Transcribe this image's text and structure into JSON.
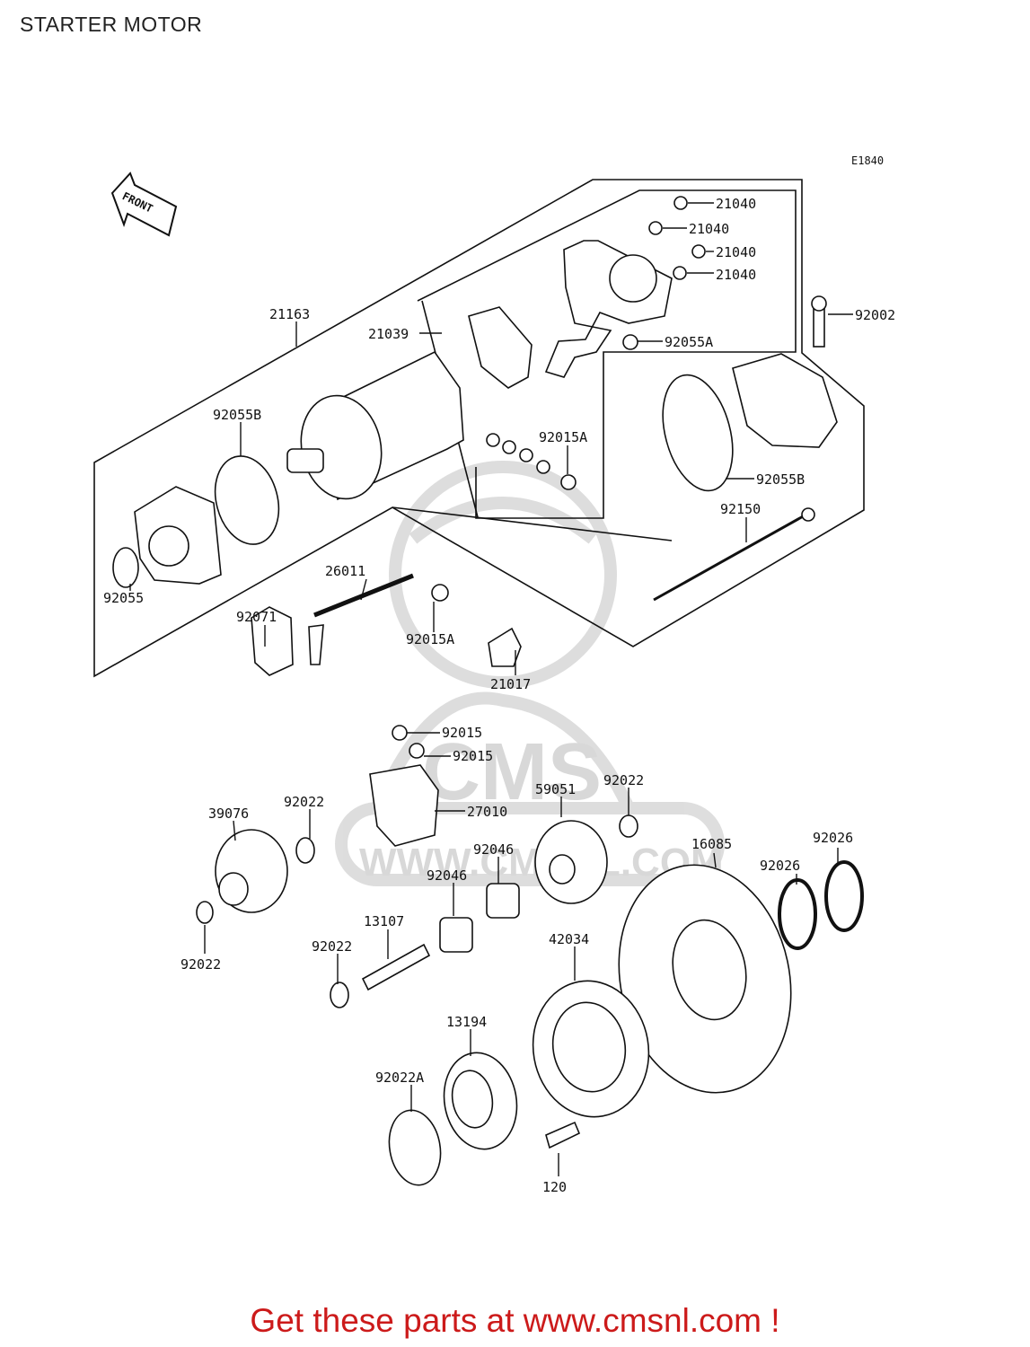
{
  "title": "STARTER MOTOR",
  "diagram_code": "E1840",
  "front_marker": "FRONT",
  "parts": [
    {
      "id": "p21040a",
      "number": "21040"
    },
    {
      "id": "p21040b",
      "number": "21040"
    },
    {
      "id": "p21040c",
      "number": "21040"
    },
    {
      "id": "p21040d",
      "number": "21040"
    },
    {
      "id": "p92002",
      "number": "92002"
    },
    {
      "id": "p21163",
      "number": "21163"
    },
    {
      "id": "p21039",
      "number": "21039"
    },
    {
      "id": "p92055A",
      "number": "92055A"
    },
    {
      "id": "p92055B_left",
      "number": "92055B"
    },
    {
      "id": "p92015A_top",
      "number": "92015A"
    },
    {
      "id": "p92055B_right",
      "number": "92055B"
    },
    {
      "id": "p92150",
      "number": "92150"
    },
    {
      "id": "p26011",
      "number": "26011"
    },
    {
      "id": "p92071",
      "number": "92071"
    },
    {
      "id": "p92055",
      "number": "92055"
    },
    {
      "id": "p92015A_mid",
      "number": "92015A"
    },
    {
      "id": "p21017",
      "number": "21017"
    },
    {
      "id": "p92015a",
      "number": "92015"
    },
    {
      "id": "p92015b",
      "number": "92015"
    },
    {
      "id": "p27010",
      "number": "27010"
    },
    {
      "id": "p59051",
      "number": "59051"
    },
    {
      "id": "p92022_right",
      "number": "92022"
    },
    {
      "id": "p92022_top",
      "number": "92022"
    },
    {
      "id": "p39076",
      "number": "39076"
    },
    {
      "id": "p92046a",
      "number": "92046"
    },
    {
      "id": "p92046b",
      "number": "92046"
    },
    {
      "id": "p16085",
      "number": "16085"
    },
    {
      "id": "p92026a",
      "number": "92026"
    },
    {
      "id": "p92026b",
      "number": "92026"
    },
    {
      "id": "p13107",
      "number": "13107"
    },
    {
      "id": "p92022_mid",
      "number": "92022"
    },
    {
      "id": "p92022_left",
      "number": "92022"
    },
    {
      "id": "p42034",
      "number": "42034"
    },
    {
      "id": "p13194",
      "number": "13194"
    },
    {
      "id": "p92022A",
      "number": "92022A"
    },
    {
      "id": "p120",
      "number": "120"
    }
  ],
  "footer": {
    "text": "Get these parts at www.cmsnl.com !"
  },
  "colors": {
    "footer": "#cc1a1a",
    "line": "#111111",
    "watermark": "#dcdcdc"
  }
}
